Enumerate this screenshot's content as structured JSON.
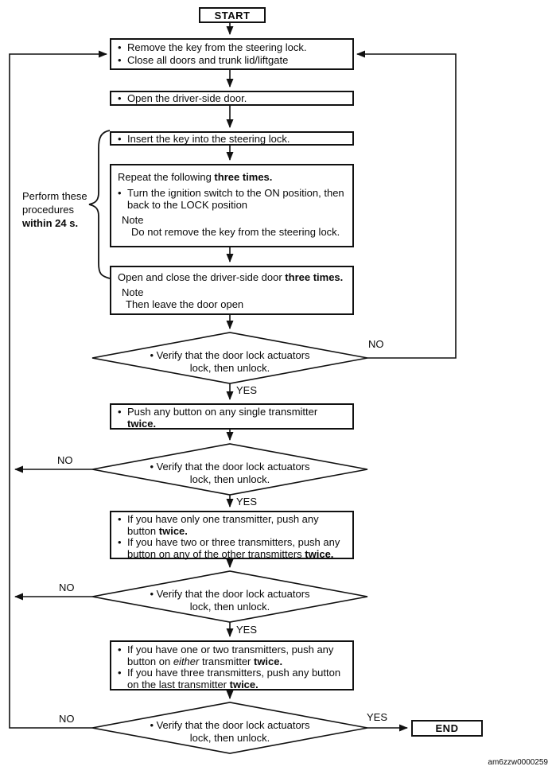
{
  "glyphs": {
    "bullet": "•"
  },
  "labels": {
    "yes": "YES",
    "no": "NO"
  },
  "terminals": {
    "start": "START",
    "end": "END"
  },
  "side_note": {
    "line1": "Perform these",
    "line2": "procedures",
    "line3": "within 24 s."
  },
  "watermark": "am6zzw0000259",
  "boxes": {
    "remove_key": {
      "b1": "Remove the key from the steering lock.",
      "b2": "Close all doors and trunk lid/liftgate"
    },
    "open_door": {
      "b1": "Open the driver-side door."
    },
    "insert_key": {
      "b1": "Insert the key into the steering lock."
    },
    "repeat_ignition": {
      "title_normal": "Repeat the following ",
      "title_bold": "three times.",
      "b1": "Turn the ignition switch to the ON position, then back to the LOCK position",
      "note_label": "Note",
      "note_text": "Do not remove the key from the steering lock."
    },
    "open_close_door": {
      "line_normal": "Open and close the driver-side door ",
      "line_bold": "three times.",
      "note_label": "Note",
      "note_text": "Then leave the door open"
    },
    "push_single": {
      "b1_normal": "Push any button on any single transmitter ",
      "b1_bold": "twice."
    },
    "push_second": {
      "b1_normal": "If you have only one transmitter, push any button ",
      "b1_bold": "twice.",
      "b2_normal": "If you have two or three transmitters, push any button on any of the other transmitters ",
      "b2_bold": "twice."
    },
    "push_last": {
      "b1_normal": "If you have one or two transmitters, push any button on ",
      "b1_em": "either",
      "b1_mid": " transmitter ",
      "b1_bold": "twice.",
      "b2_normal": "If you have three transmitters, push any button on the last transmitter ",
      "b2_bold": "twice."
    }
  },
  "decisions": {
    "d1": {
      "line1": "• Verify that the door lock actuators",
      "line2": "lock, then unlock."
    },
    "d2": {
      "line1": "• Verify that the door lock actuators",
      "line2": "lock, then unlock."
    },
    "d3": {
      "line1": "• Verify that the door lock actuators",
      "line2": "lock, then unlock."
    },
    "d4": {
      "line1": "• Verify that the door lock actuators",
      "line2": "lock, then unlock."
    }
  }
}
